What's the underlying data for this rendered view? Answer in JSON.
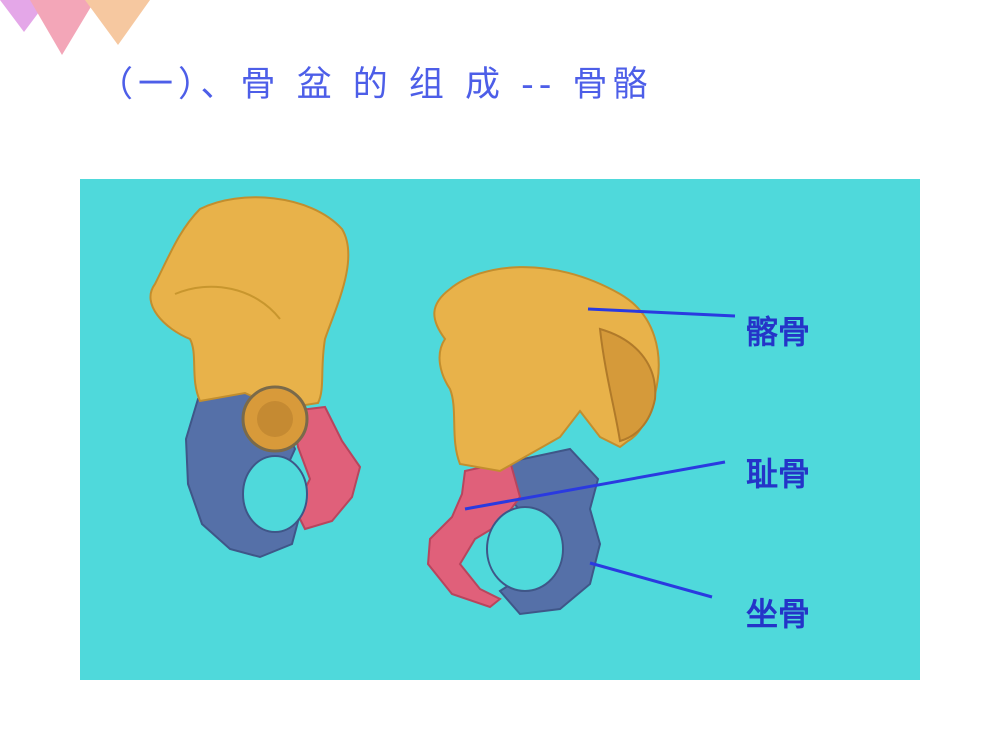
{
  "slide": {
    "title": "（一）、骨 盆 的 组 成 -- 骨骼"
  },
  "figure": {
    "labels": {
      "ilium": "髂骨",
      "pubis": "耻骨",
      "ischium": "坐骨"
    }
  },
  "colors": {
    "title": "#4d5ee8",
    "figure_background": "#4fd9db",
    "ilium": "#e8b24a",
    "pubis": "#e0607a",
    "ischium": "#5570a8",
    "pointer_line": "#2a3ae0"
  }
}
